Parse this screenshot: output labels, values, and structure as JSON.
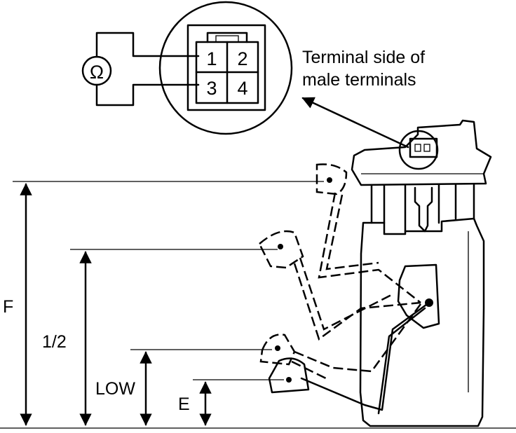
{
  "diagram": {
    "ohmmeter_symbol": "Ω",
    "connector_pins": [
      "1",
      "2",
      "3",
      "4"
    ],
    "caption_line1": "Terminal side of",
    "caption_line2": "male terminals",
    "level_labels": {
      "full": "F",
      "half": "1/2",
      "low": "LOW",
      "empty": "E"
    }
  }
}
